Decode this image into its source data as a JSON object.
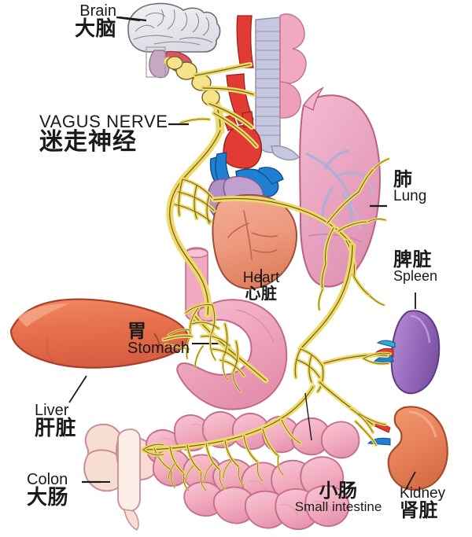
{
  "figure": {
    "title": "Vagus nerve innervation of internal organs",
    "background_color": "#ffffff"
  },
  "palette": {
    "nerve_yellow": "#f2e07a",
    "nerve_yellow_light": "#f8eeae",
    "nerve_outline": "#6f6321",
    "brain_gray": "#e6e6ea",
    "brain_outline": "#6d6d74",
    "brainstem_pink": "#c9a7c2",
    "medulla_red": "#d9566a",
    "lung_pink": "#eda9c4",
    "lung_outline": "#b9617f",
    "bronchi_blue": "#b9b9dd",
    "trachea_gray": "#c7c8e0",
    "artery_red": "#e23b33",
    "vein_blue": "#1f7fd0",
    "heart_salmon": "#ee9a7f",
    "heart_outline": "#9d4f3c",
    "atrium_purple": "#b390c4",
    "liver_orange": "#e8714f",
    "liver_outline": "#a8402a",
    "stomach_pink": "#efa3bd",
    "stomach_outline": "#c06a8b",
    "esophagus_pink": "#f0a9bf",
    "spleen_purple": "#9c6fc0",
    "spleen_outline": "#5f3b85",
    "kidney_orange": "#e8835c",
    "kidney_outline": "#a84a2c",
    "intestine_pink": "#f2acc0",
    "intestine_outline": "#c4708c",
    "colon_cream": "#f7ddd2",
    "colon_outline": "#c98e96",
    "label_text": "#1a1a1a",
    "leader_line": "#1a1a1a"
  },
  "labels": {
    "brain": {
      "en": "Brain",
      "zh": "大脑",
      "order": "en-first"
    },
    "vagus_nerve": {
      "en": "VAGUS NERVE",
      "zh": "迷走神经",
      "order": "en-first"
    },
    "lung": {
      "en": "Lung",
      "zh": "肺",
      "order": "zh-first"
    },
    "heart": {
      "en": "Heart",
      "zh": "心脏",
      "order": "en-first"
    },
    "spleen": {
      "en": "Spleen",
      "zh": "脾脏",
      "order": "zh-first"
    },
    "stomach": {
      "en": "Stomach",
      "zh": "胃",
      "order": "zh-first"
    },
    "liver": {
      "en": "Liver",
      "zh": "肝脏",
      "order": "en-first"
    },
    "colon": {
      "en": "Colon",
      "zh": "大肠",
      "order": "en-first"
    },
    "small_intestine": {
      "en": "Small intestine",
      "zh": "小肠",
      "order": "zh-first"
    },
    "kidney": {
      "en": "Kidney",
      "zh": "肾脏",
      "order": "en-first"
    }
  },
  "organs": [
    {
      "id": "brain",
      "name_en": "Brain",
      "name_zh": "大脑"
    },
    {
      "id": "lung",
      "name_en": "Lung",
      "name_zh": "肺"
    },
    {
      "id": "heart",
      "name_en": "Heart",
      "name_zh": "心脏"
    },
    {
      "id": "spleen",
      "name_en": "Spleen",
      "name_zh": "脾脏"
    },
    {
      "id": "stomach",
      "name_en": "Stomach",
      "name_zh": "胃"
    },
    {
      "id": "liver",
      "name_en": "Liver",
      "name_zh": "肝脏"
    },
    {
      "id": "colon",
      "name_en": "Colon",
      "name_zh": "大肠"
    },
    {
      "id": "small_intestine",
      "name_en": "Small intestine",
      "name_zh": "小肠"
    },
    {
      "id": "kidney",
      "name_en": "Kidney",
      "name_zh": "肾脏"
    }
  ]
}
